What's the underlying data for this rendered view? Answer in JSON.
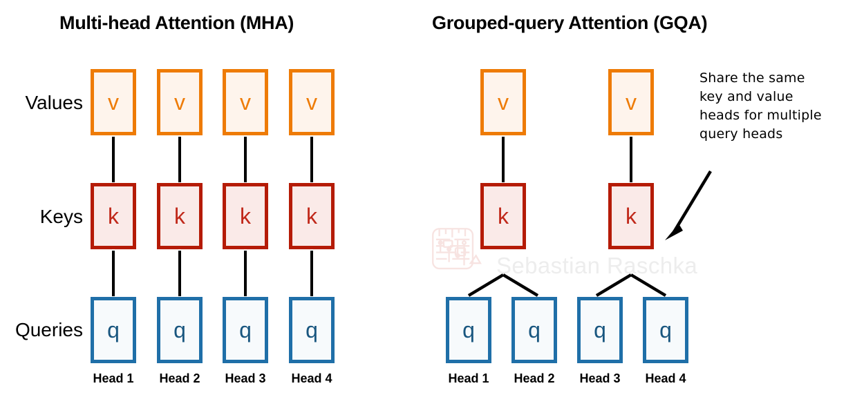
{
  "panels": {
    "mha": {
      "title": "Multi-head Attention (MHA)",
      "rows": {
        "values": {
          "label": "Values",
          "cells": [
            "v",
            "v",
            "v",
            "v"
          ]
        },
        "keys": {
          "label": "Keys",
          "cells": [
            "k",
            "k",
            "k",
            "k"
          ]
        },
        "queries": {
          "label": "Queries",
          "cells": [
            "q",
            "q",
            "q",
            "q"
          ]
        }
      },
      "heads": [
        "Head 1",
        "Head 2",
        "Head 3",
        "Head 4"
      ]
    },
    "gqa": {
      "title": "Grouped-query Attention (GQA)",
      "rows": {
        "values": {
          "label": "Values",
          "cells": [
            "v",
            "v"
          ]
        },
        "keys": {
          "label": "Keys",
          "cells": [
            "k",
            "k"
          ]
        },
        "queries": {
          "label": "Queries",
          "cells": [
            "q",
            "q",
            "q",
            "q"
          ]
        }
      },
      "heads": [
        "Head 1",
        "Head 2",
        "Head 3",
        "Head 4"
      ]
    }
  },
  "row_labels": {
    "values": "Values",
    "keys": "Keys",
    "queries": "Queries"
  },
  "annotation": {
    "text": "Share the same key and value heads for multiple query heads",
    "lines": [
      "Share the same",
      "key and value",
      "heads for multiple",
      "query heads"
    ]
  },
  "watermark": {
    "text": "Sebastian Raschka",
    "logo_icon": "circuit-board-icon"
  },
  "colors": {
    "value_border": "#EE7B06",
    "value_fill": "#FEF4EC",
    "value_text": "#EE7B06",
    "key_border": "#B51B06",
    "key_fill": "#FAEAE8",
    "key_text": "#C0281A",
    "query_border": "#1F6FA8",
    "query_fill": "#F7FAFC",
    "query_text": "#19567F",
    "connector": "#000000",
    "title_text": "#000000",
    "watermark": "#EDEDED",
    "watermark_logo": "#F4C9C4",
    "background": "#FFFFFF"
  }
}
